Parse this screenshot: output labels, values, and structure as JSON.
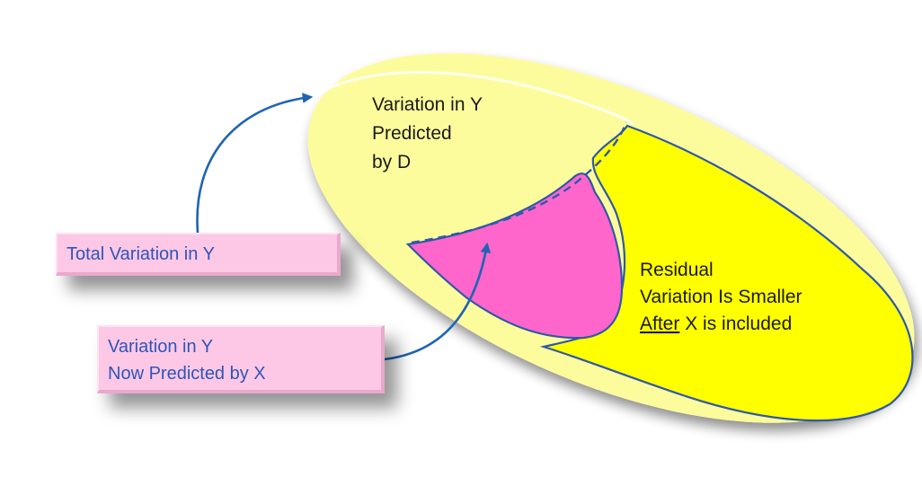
{
  "regions": {
    "predicted_by_d": [
      "Variation in Y",
      "Predicted",
      "by D"
    ],
    "residual": {
      "line1": "Residual",
      "line2": "Variation Is Smaller",
      "line3_underlined": "After",
      "line3_rest": " X is included"
    }
  },
  "labels": {
    "total_variation": "Total Variation in Y",
    "now_predicted": [
      "Variation in Y",
      "Now Predicted by X"
    ]
  },
  "colors": {
    "pale_yellow": "#fcfc9d",
    "yellow": "#ffff00",
    "magenta": "#ff66cc",
    "outline_blue": "#2f58a8",
    "arrow_blue": "#1f64b4",
    "label_fill": "#fcc8e6",
    "label_text": "#2f55b8"
  }
}
